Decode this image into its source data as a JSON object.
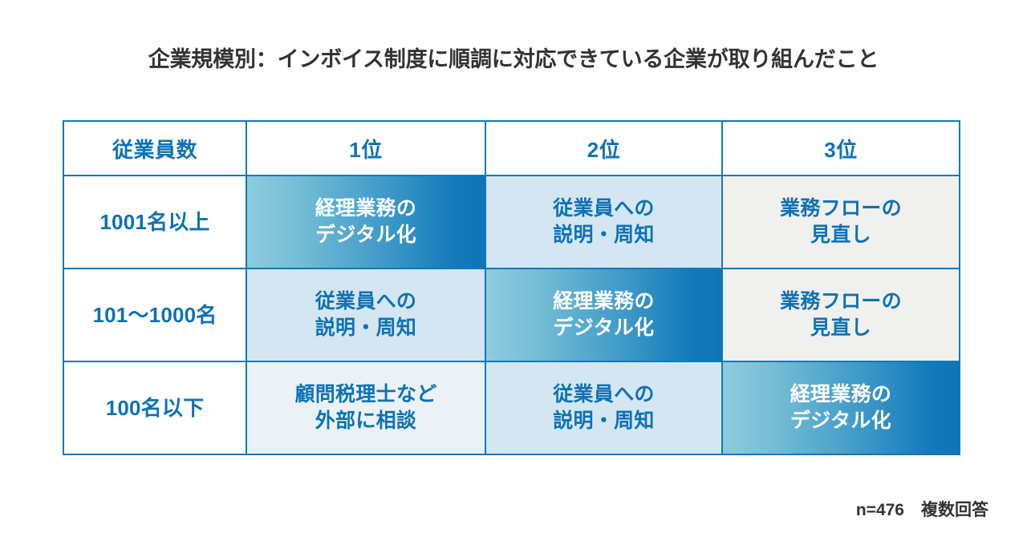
{
  "title": "企業規模別：インボイス制度に順調に対応できている企業が取り組んだこと",
  "footnote": "n=476　複数回答",
  "colors": {
    "accent_blue": "#0E72B4",
    "border_blue": "#1179B8",
    "gradient_start": "#8FCBDE",
    "gradient_end": "#0E74B7",
    "light_blue": "#D3E6F2",
    "palest_blue": "#EAF2F8",
    "gray": "#F0F0EF",
    "title_text": "#333333"
  },
  "table": {
    "headers": [
      "従業員数",
      "1位",
      "2位",
      "3位"
    ],
    "rows": [
      {
        "label": "1001名以上",
        "cells": [
          "経理業務の\nデジタル化",
          "従業員への\n説明・周知",
          "業務フローの\n見直し"
        ]
      },
      {
        "label": "101〜1000名",
        "cells": [
          "従業員への\n説明・周知",
          "経理業務の\nデジタル化",
          "業務フローの\n見直し"
        ]
      },
      {
        "label": "100名以下",
        "cells": [
          "顧問税理士など\n外部に相談",
          "従業員への\n説明・周知",
          "経理業務の\nデジタル化"
        ]
      }
    ]
  },
  "chart_data": {
    "type": "table",
    "title": "企業規模別：インボイス制度に順調に対応できている企業が取り組んだこと",
    "columns": [
      "従業員数",
      "1位",
      "2位",
      "3位"
    ],
    "rows": [
      [
        "1001名以上",
        "経理業務のデジタル化",
        "従業員への説明・周知",
        "業務フローの見直し"
      ],
      [
        "101〜1000名",
        "従業員への説明・周知",
        "経理業務のデジタル化",
        "業務フローの見直し"
      ],
      [
        "100名以下",
        "顧問税理士など外部に相談",
        "従業員への説明・周知",
        "経理業務のデジタル化"
      ]
    ],
    "highlighted_cells": [
      {
        "row": 0,
        "column": 1,
        "value": "経理業務のデジタル化",
        "style": "blue-gradient"
      },
      {
        "row": 1,
        "column": 2,
        "value": "経理業務のデジタル化",
        "style": "blue-gradient"
      },
      {
        "row": 2,
        "column": 3,
        "value": "経理業務のデジタル化",
        "style": "blue-gradient"
      }
    ],
    "annotation": "n=476　複数回答",
    "legend": [],
    "xlabel": "",
    "ylabel": ""
  }
}
